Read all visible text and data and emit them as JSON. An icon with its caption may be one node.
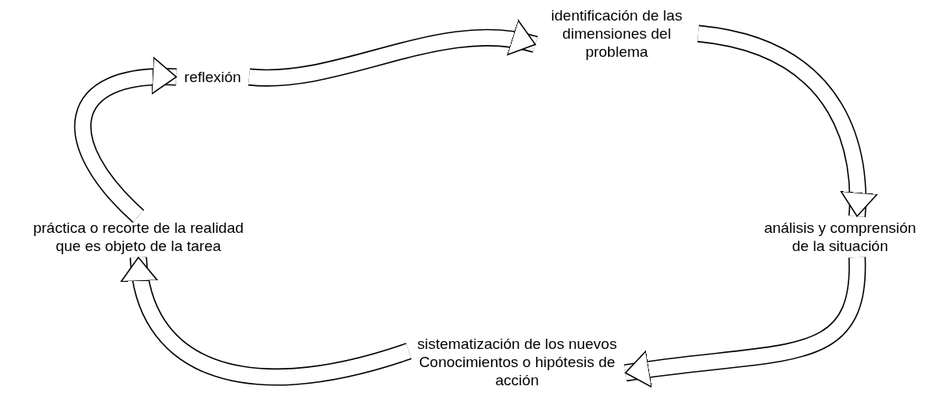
{
  "diagram": {
    "nodes": [
      {
        "text": [
          "reflexión"
        ]
      },
      {
        "text": [
          "identificación de las dimensiones del problema"
        ]
      },
      {
        "text": [
          "análisis y comprensión de la situación"
        ]
      },
      {
        "text": [
          "sistematización de los nuevos Conocimientos o hipótesis de acción"
        ]
      },
      {
        "text": [
          "práctica o recorte de la realidad que es objeto de la tarea"
        ]
      }
    ],
    "edges": [
      {
        "from": 0,
        "to": 1,
        "arrow": "to"
      },
      {
        "from": 1,
        "to": 2,
        "arrow": "to"
      },
      {
        "from": 2,
        "to": 3,
        "arrow": "to"
      },
      {
        "from": 3,
        "to": 4,
        "arrow": "to"
      },
      {
        "from": 4,
        "to": 0,
        "arrow": "to"
      }
    ]
  }
}
